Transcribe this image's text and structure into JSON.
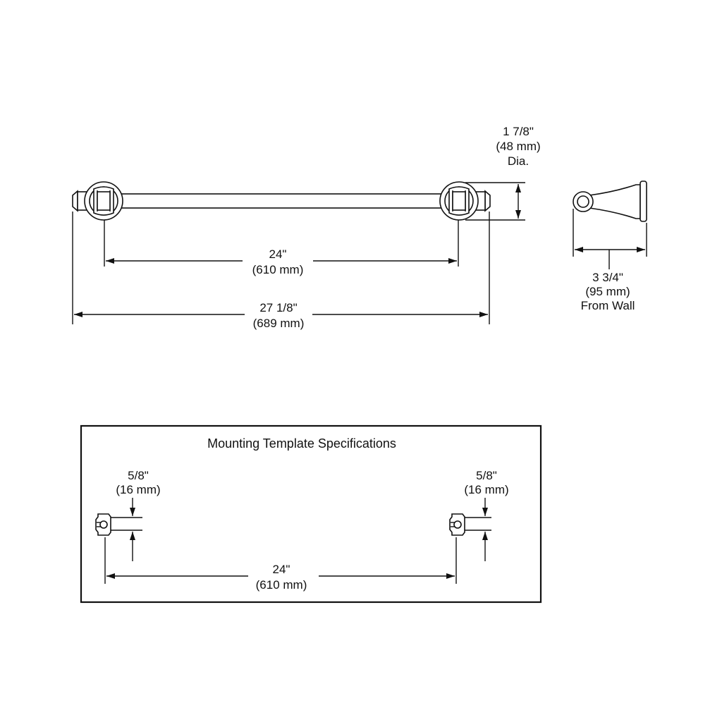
{
  "drawing": {
    "front_view": {
      "bar_length": {
        "imperial": "24\"",
        "metric": "(610 mm)"
      },
      "overall_length": {
        "imperial": "27 1/8\"",
        "metric": "(689 mm)"
      },
      "diameter": {
        "imperial": "1 7/8\"",
        "metric": "(48 mm)",
        "note": "Dia."
      }
    },
    "side_view": {
      "projection": {
        "imperial": "3 3/4\"",
        "metric": "(95 mm)",
        "note": "From Wall"
      }
    },
    "template": {
      "title": "Mounting Template Specifications",
      "left_offset": {
        "imperial": "5/8\"",
        "metric": "(16 mm)"
      },
      "right_offset": {
        "imperial": "5/8\"",
        "metric": "(16 mm)"
      },
      "spacing": {
        "imperial": "24\"",
        "metric": "(610 mm)"
      }
    }
  }
}
